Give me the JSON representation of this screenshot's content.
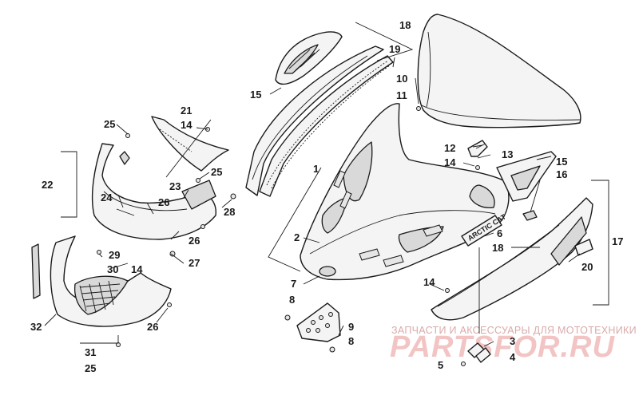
{
  "callouts": {
    "c1": "1",
    "c2": "2",
    "c3": "3",
    "c4": "4",
    "c5": "5",
    "c6": "6",
    "c7": "7",
    "c8a": "8",
    "c8b": "8",
    "c9": "9",
    "c10": "10",
    "c11": "11",
    "c12": "12",
    "c13": "13",
    "c14a": "14",
    "c14b": "14",
    "c14c": "14",
    "c14d": "14",
    "c15a": "15",
    "c15b": "15",
    "c16": "16",
    "c17": "17",
    "c18a": "18",
    "c18b": "18",
    "c19": "19",
    "c20": "20",
    "c21": "21",
    "c22": "22",
    "c23": "23",
    "c24": "24",
    "c25a": "25",
    "c25b": "25",
    "c25c": "25",
    "c26a": "26",
    "c26b": "26",
    "c26c": "26",
    "c27": "27",
    "c28": "28",
    "c29": "29",
    "c30": "30",
    "c31": "31",
    "c32": "32"
  },
  "decal_text": "ARCTIC CAT",
  "watermark": {
    "subtitle": "ЗАПЧАСТИ И АКСЕССУАРЫ ДЛЯ МОТОТЕХНИКИ",
    "logo": "PARTSFOR.RU"
  },
  "colors": {
    "line": "#1a1a1a",
    "watermark_light": "#f2c4c4",
    "watermark_sub": "#d9aaaa"
  }
}
